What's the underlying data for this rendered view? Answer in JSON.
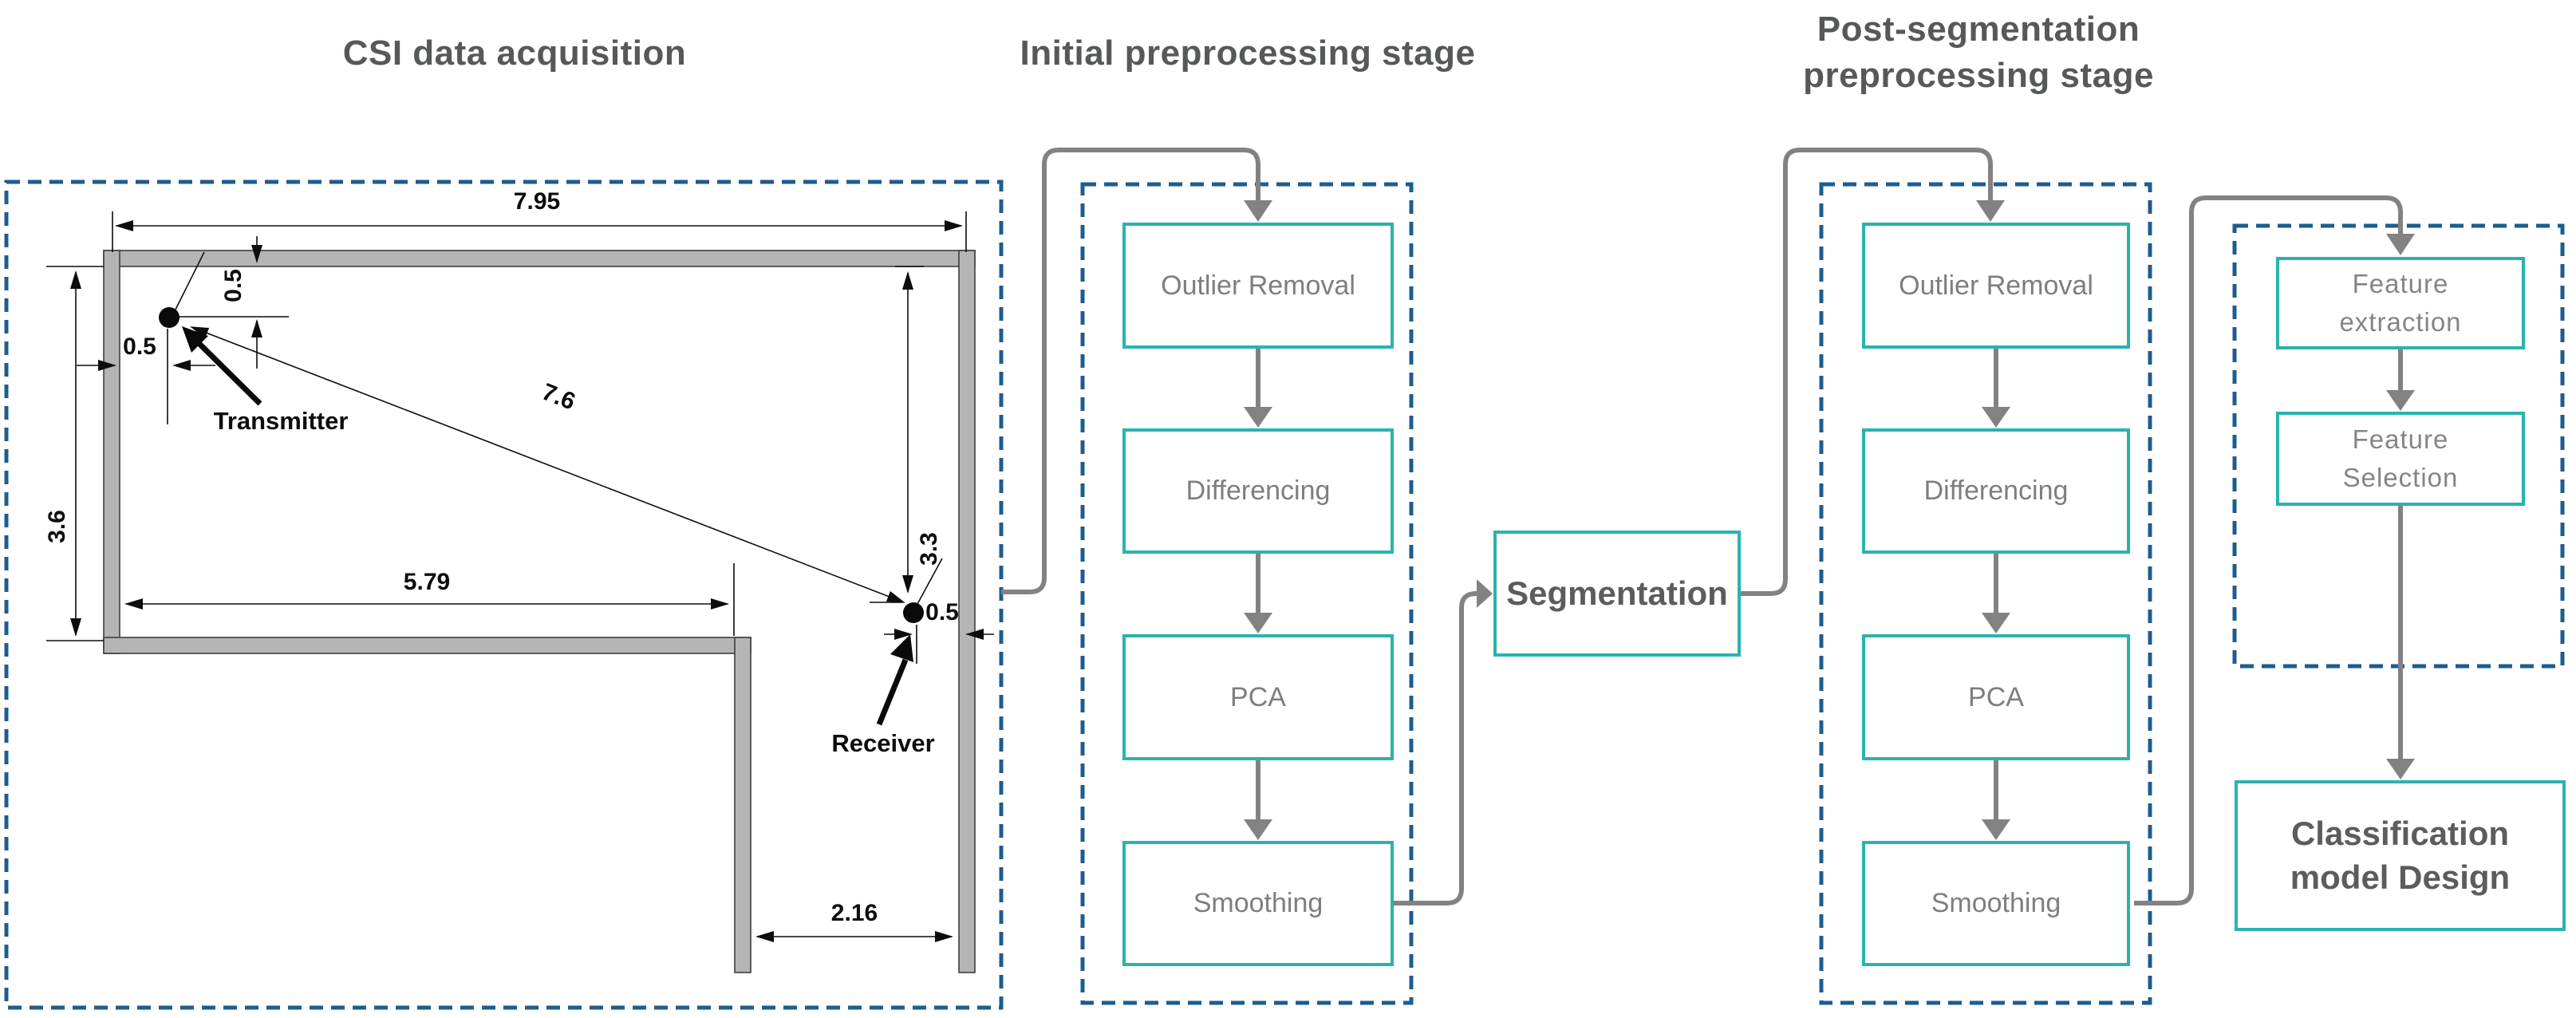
{
  "colors": {
    "teal_box_border": "#2AB3AD",
    "dashed_border_navy": "#1D5D8E",
    "connector_gray": "#828282",
    "box_text_gray": "#7E7E7E",
    "title_gray": "#565859",
    "drawing_black": "#0D0D0D",
    "wall_fill_gray": "#B5B5B5"
  },
  "acquisition": {
    "title": "CSI data acquisition",
    "dims": {
      "top_width": "7.95",
      "left_height": "3.6",
      "tx_offset_y": "0.5",
      "tx_offset_x": "0.5",
      "diagonal": "7.6",
      "right_height": "3.3",
      "rx_offset": "0.5",
      "bottom_span": "5.79",
      "door_gap": "2.16"
    },
    "transmitter": "Transmitter",
    "receiver": "Receiver"
  },
  "initial_stage": {
    "title": "Initial preprocessing stage",
    "steps": [
      "Outlier Removal",
      "Differencing",
      "PCA",
      "Smoothing"
    ]
  },
  "segmentation": {
    "label": "Segmentation"
  },
  "post_stage": {
    "title_line1": "Post-segmentation",
    "title_line2": "preprocessing stage",
    "steps": [
      "Outlier Removal",
      "Differencing",
      "PCA",
      "Smoothing"
    ]
  },
  "feature_stage": {
    "extraction_line1": "Feature",
    "extraction_line2": "extraction",
    "selection_line1": "Feature",
    "selection_line2": "Selection"
  },
  "classification": {
    "line1": "Classification",
    "line2": "model Design"
  }
}
